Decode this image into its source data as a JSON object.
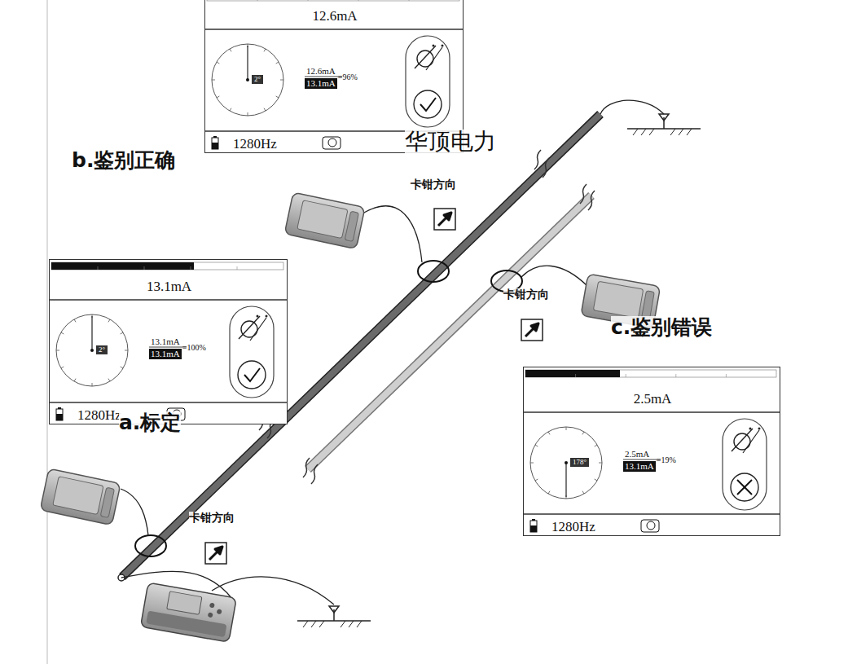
{
  "diagram": {
    "nodes": [
      {
        "text": [
          "12.6mA",
          "2°",
          "12.6mA",
          "13.1mA",
          "=96%",
          "1280Hz"
        ]
      },
      {
        "text": [
          "13.1mA",
          "2°",
          "13.1mA",
          "13.1mA",
          "=100%",
          "1280Hz"
        ]
      },
      {
        "text": [
          "2.5mA",
          "178°",
          "2.5mA",
          "13.1mA",
          "=19%",
          "1280Hz"
        ]
      }
    ],
    "labels": [
      "华顶电力",
      "b.鉴别正确",
      "卡钳方向",
      "卡钳方向",
      "a.标定",
      "卡钳方向",
      "c.鉴别错误"
    ]
  }
}
